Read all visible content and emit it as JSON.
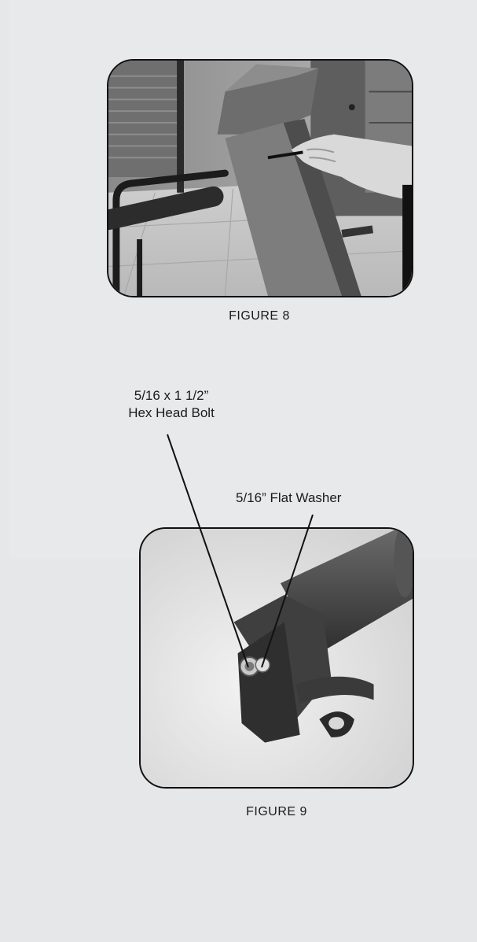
{
  "figures": [
    {
      "caption": "FIGURE 8"
    },
    {
      "caption": "FIGURE 9"
    }
  ],
  "callouts": {
    "bolt": {
      "line1": "5/16 x 1 1/2”",
      "line2": "Hex Head Bolt"
    },
    "washer": {
      "text": "5/16” Flat Washer"
    }
  },
  "colors": {
    "page_background": "#e6e7e9",
    "photo_border": "#111111"
  }
}
